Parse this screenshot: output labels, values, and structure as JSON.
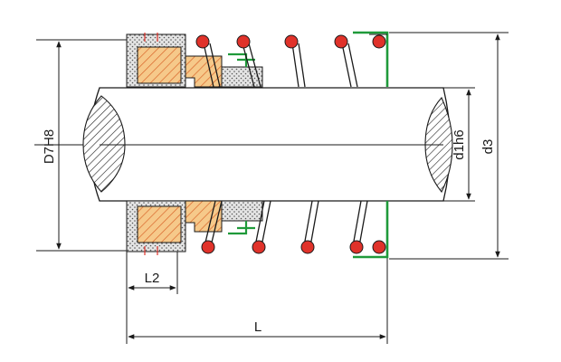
{
  "labels": {
    "bore_diameter": "D7H8",
    "shaft_diameter": "d1h6",
    "outer_diameter": "d3",
    "seat_length": "L2",
    "total_length": "L"
  },
  "colors": {
    "line": "#1a1a1a",
    "seat_fill": "#f6c98a",
    "seat_hatch": "#d9662b",
    "rubber_fill": "#dcdcdc",
    "spring": "#e0322a",
    "retainer": "#1f9a3a"
  }
}
